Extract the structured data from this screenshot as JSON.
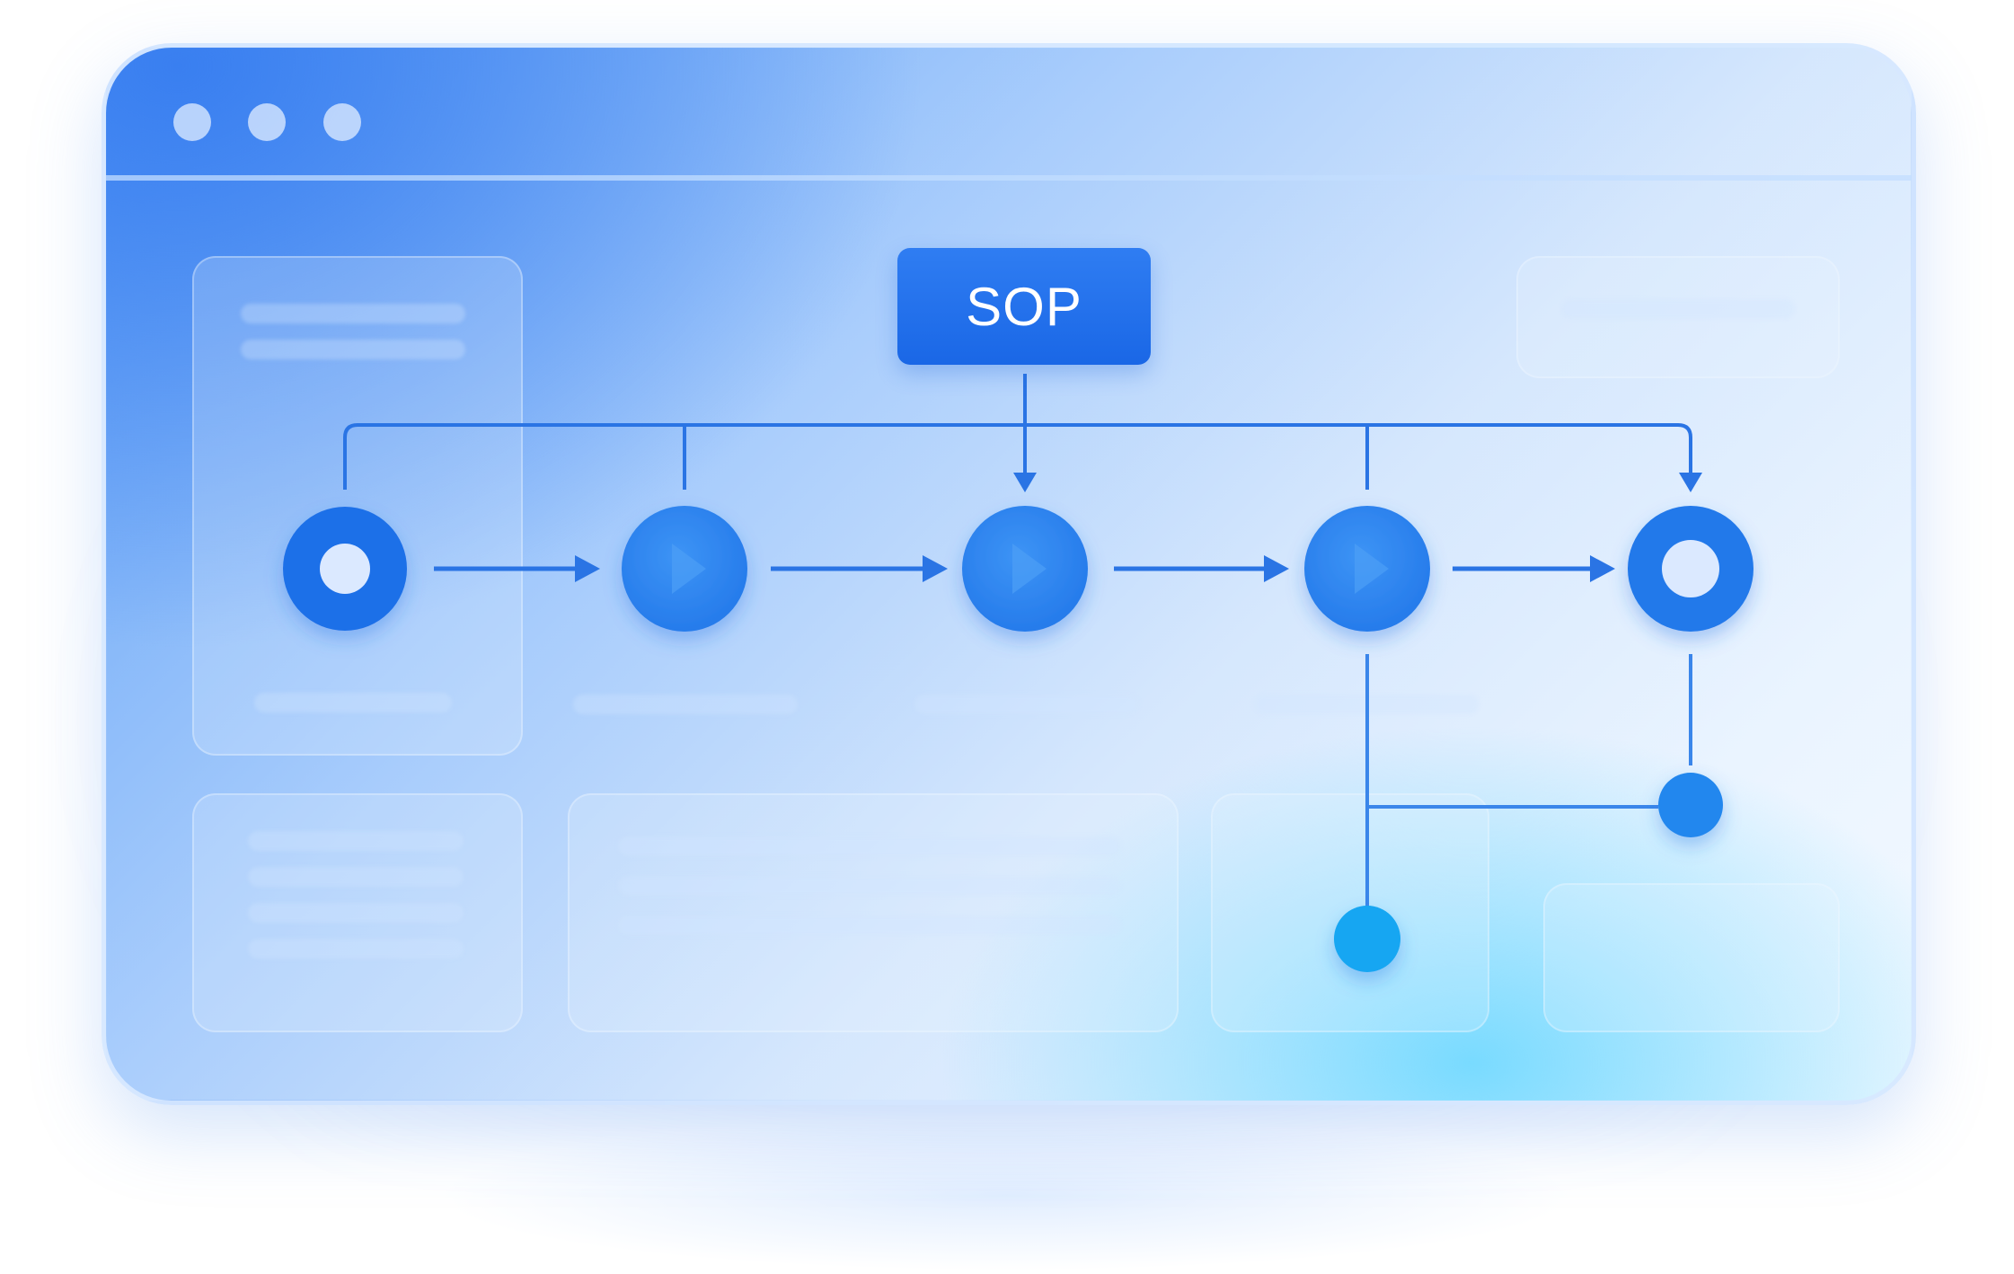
{
  "root_node": {
    "label": "SOP"
  },
  "steps": [
    {
      "id": "start",
      "kind": "ring"
    },
    {
      "id": "step-2",
      "kind": "play"
    },
    {
      "id": "step-3",
      "kind": "play"
    },
    {
      "id": "step-4",
      "kind": "play"
    },
    {
      "id": "end",
      "kind": "ring"
    }
  ],
  "colors": {
    "primary": "#1a67e6",
    "line": "#2a74e4",
    "node": "#2e86f0",
    "accent_cyan": "#12a6f2"
  }
}
